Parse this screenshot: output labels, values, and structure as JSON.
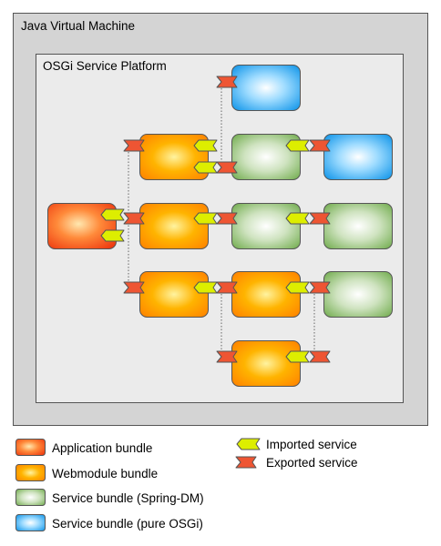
{
  "jvm": {
    "label": "Java Virtual Machine"
  },
  "platform": {
    "label": "OSGi Service Platform"
  },
  "bundle_colors": {
    "application": "#ff4d1a",
    "webmodule": "#ff9f00",
    "spring_dm": "#6fab4b",
    "pure_osgi": "#0aa2ef"
  },
  "service_colors": {
    "imported": "#ddee00",
    "exported": "#ee5533"
  },
  "legend": {
    "application": "Application bundle",
    "webmodule": "Webmodule bundle",
    "spring_dm": "Service bundle (Spring-DM)",
    "pure_osgi": "Service bundle (pure OSGi)",
    "imported": "Imported service",
    "exported": "Exported service"
  }
}
